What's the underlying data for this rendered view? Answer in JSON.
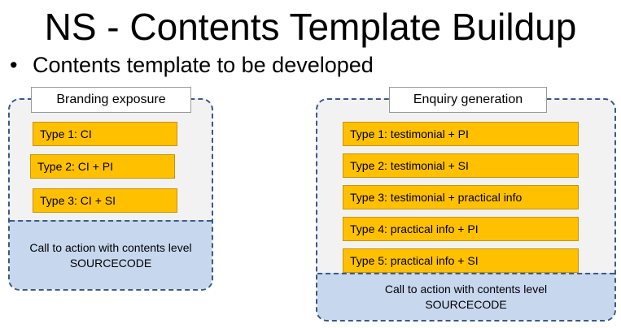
{
  "slide": {
    "title": "NS - Contents Template Buildup",
    "bullet": "Contents template to be developed"
  },
  "branding": {
    "label": "Branding exposure",
    "types": [
      "Type 1: CI",
      "Type 2: CI + PI",
      "Type 3: CI + SI"
    ],
    "footer": "Call to action with contents level SOURCECODE"
  },
  "enquiry": {
    "label": "Enquiry generation",
    "types": [
      "Type 1: testimonial + PI",
      "Type 2: testimonial + SI",
      "Type 3: testimonial + practical info",
      "Type 4: practical info + PI",
      "Type 5: practical info + SI"
    ],
    "footer": "Call to action with contents level SOURCECODE"
  },
  "colors": {
    "type_box": "#ffc000",
    "footer_fill": "#c7d7ee",
    "dashed_border": "#3a5a86"
  }
}
